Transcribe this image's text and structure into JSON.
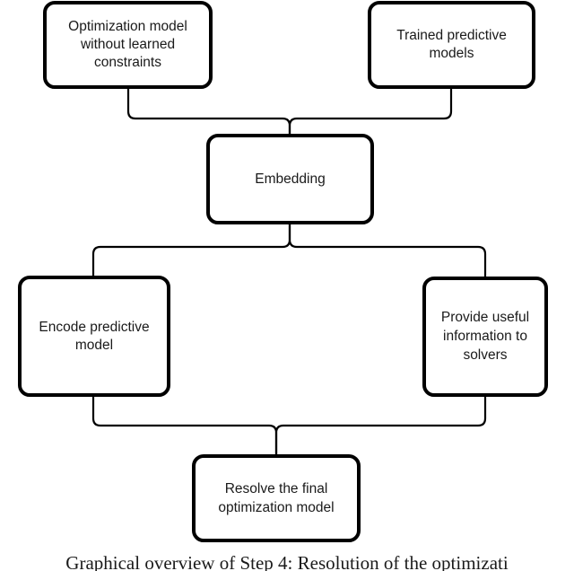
{
  "figure": {
    "type": "flowchart",
    "background_color": "#ffffff",
    "node_stroke_color": "#000000",
    "node_fill_color": "#ffffff",
    "text_color": "#1a1a1a",
    "caption": "Graphical overview of Step 4: Resolution of the optimizati"
  },
  "nodes": {
    "optimization_model": {
      "line1": "Optimization model",
      "line2": "without learned",
      "line3": "constraints"
    },
    "trained_models": {
      "line1": "Trained predictive",
      "line2": "models"
    },
    "embedding": {
      "line1": "Embedding"
    },
    "encode_model": {
      "line1": "Encode predictive",
      "line2": "model"
    },
    "provide_info": {
      "line1": "Provide useful",
      "line2": "information to",
      "line3": "solvers"
    },
    "resolve_model": {
      "line1": "Resolve the final",
      "line2": "optimization model"
    }
  }
}
